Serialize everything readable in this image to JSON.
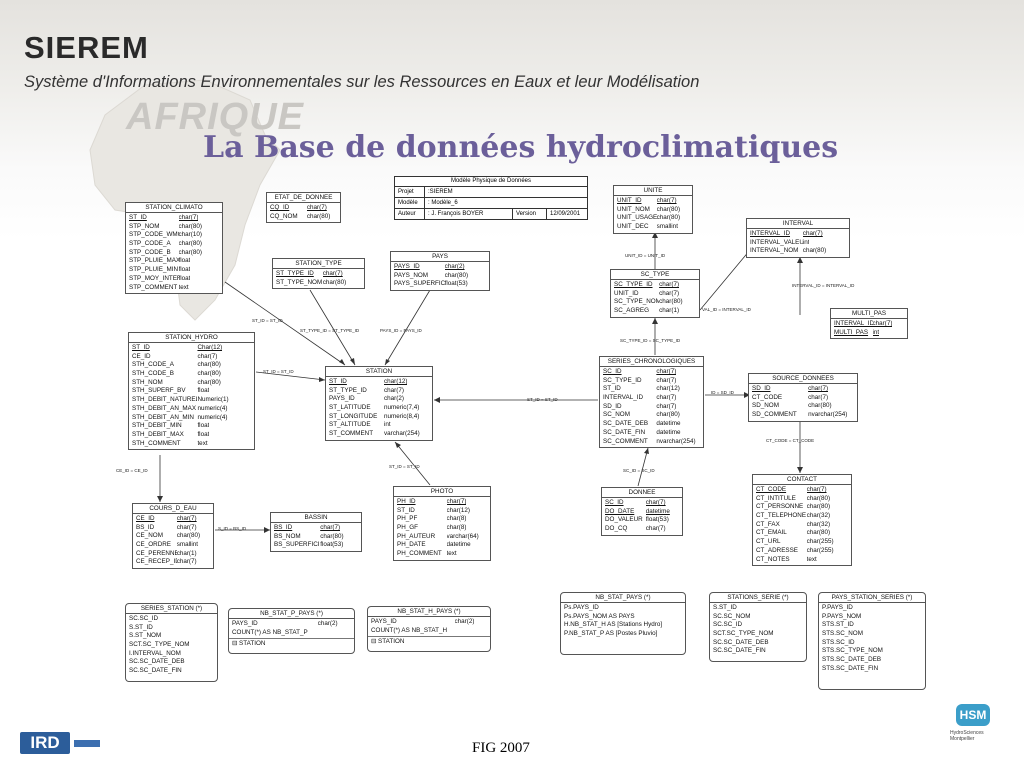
{
  "header": {
    "brand": "SIEREM",
    "subtitle": "Système d'Informations Environnementales sur les Ressources en Eaux et leur Modélisation",
    "watermark": "AFRIQUE",
    "title": "La Base de données hydroclimatiques",
    "footer": "FIG 2007"
  },
  "logos": {
    "ird": "IRD",
    "hsm": "HSM",
    "hsm_caption_1": "HydroSciences",
    "hsm_caption_2": "Montpellier"
  },
  "colors": {
    "title": "#6b5f9a",
    "ird_blue": "#2c5d9a",
    "hsm_blue": "#3b9ec9"
  },
  "model": {
    "heading": "Modèle Physique de Données",
    "projet_label": "Projet",
    "projet_value": ":SIEREM",
    "modele_label": "Modèle",
    "modele_value": ": Modèle_6",
    "auteur_label": "Auteur",
    "auteur_value": ": J. François BOYER",
    "version_label": "Version",
    "version_value": "12/09/2001"
  },
  "entities": [
    {
      "id": "etat_de_donnee",
      "title": "ETAT_DE_DONNEE",
      "fields": [
        [
          "CQ_ID",
          "char(7)",
          true
        ],
        [
          "CQ_NOM",
          "char(80)",
          false
        ]
      ]
    },
    {
      "id": "station_climato",
      "title": "STATION_CLIMATO",
      "fields": [
        [
          "ST_ID",
          "char(7)",
          true
        ],
        [
          "STP_NOM",
          "char(80)",
          false
        ],
        [
          "STP_CODE_WMO",
          "char(10)",
          false
        ],
        [
          "STP_CODE_A",
          "char(80)",
          false
        ],
        [
          "STP_CODE_B",
          "char(80)",
          false
        ],
        [
          "STP_PLUIE_MAX",
          "float",
          false
        ],
        [
          "STP_PLUIE_MIN",
          "float",
          false
        ],
        [
          "STP_MOY_INTER",
          "float",
          false
        ],
        [
          "STP_COMMENT",
          "text",
          false
        ]
      ]
    },
    {
      "id": "station_type",
      "title": "STATION_TYPE",
      "fields": [
        [
          "ST_TYPE_ID",
          "char(7)",
          true
        ],
        [
          "ST_TYPE_NOM",
          "char(80)",
          false
        ]
      ]
    },
    {
      "id": "pays",
      "title": "PAYS",
      "fields": [
        [
          "PAYS_ID",
          "char(2)",
          true
        ],
        [
          "PAYS_NOM",
          "char(80)",
          false
        ],
        [
          "PAYS_SUPERFICIE",
          "float(53)",
          false
        ]
      ]
    },
    {
      "id": "unite",
      "title": "UNITE",
      "fields": [
        [
          "UNIT_ID",
          "char(7)",
          true
        ],
        [
          "UNIT_NOM",
          "char(80)",
          false
        ],
        [
          "UNIT_USAGE",
          "char(80)",
          false
        ],
        [
          "UNIT_DEC",
          "smallint",
          false
        ]
      ]
    },
    {
      "id": "interval",
      "title": "INTERVAL",
      "fields": [
        [
          "INTERVAL_ID",
          "char(7)",
          true
        ],
        [
          "INTERVAL_VALEUR",
          "int",
          false
        ],
        [
          "INTERVAL_NOM",
          "char(80)",
          false
        ]
      ]
    },
    {
      "id": "sc_type",
      "title": "SC_TYPE",
      "fields": [
        [
          "SC_TYPE_ID",
          "char(7)",
          true
        ],
        [
          "UNIT_ID",
          "char(7)",
          false
        ],
        [
          "SC_TYPE_NOM",
          "char(80)",
          false
        ],
        [
          "SC_AGREG",
          "char(1)",
          false
        ]
      ]
    },
    {
      "id": "multi_pas",
      "title": "MULTI_PAS",
      "fields": [
        [
          "INTERVAL_ID",
          "char(7)",
          true
        ],
        [
          "MULTI_PAS",
          "int",
          true
        ]
      ]
    },
    {
      "id": "station_hydro",
      "title": "STATION_HYDRO",
      "fields": [
        [
          "ST_ID",
          "Char(12)",
          true
        ],
        [
          "CE_ID",
          "char(7)",
          false
        ],
        [
          "STH_CODE_A",
          "char(80)",
          false
        ],
        [
          "STH_CODE_B",
          "char(80)",
          false
        ],
        [
          "STH_NOM",
          "char(80)",
          false
        ],
        [
          "STH_SUPERF_BV",
          "float",
          false
        ],
        [
          "STH_DEBIT_NATUREL",
          "Numeric(1)",
          false
        ],
        [
          "STH_DEBIT_AN_MAX",
          "numeric(4)",
          false
        ],
        [
          "STH_DEBIT_AN_MIN",
          "numeric(4)",
          false
        ],
        [
          "STH_DEBIT_MIN",
          "float",
          false
        ],
        [
          "STH_DEBIT_MAX",
          "float",
          false
        ],
        [
          "STH_COMMENT",
          "text",
          false
        ]
      ]
    },
    {
      "id": "station",
      "title": "STATION",
      "fields": [
        [
          "ST_ID",
          "char(12)",
          true
        ],
        [
          "ST_TYPE_ID",
          "char(7)",
          false
        ],
        [
          "PAYS_ID",
          "char(2)",
          false
        ],
        [
          "ST_LATITUDE",
          "numeric(7,4)",
          false
        ],
        [
          "ST_LONGITUDE",
          "numeric(8,4)",
          false
        ],
        [
          "ST_ALTITUDE",
          "int",
          false
        ],
        [
          "ST_COMMENT",
          "varchar(254)",
          false
        ]
      ]
    },
    {
      "id": "series_chronologiques",
      "title": "SERIES_CHRONOLOGIQUES",
      "fields": [
        [
          "SC_ID",
          "char(7)",
          true
        ],
        [
          "SC_TYPE_ID",
          "char(7)",
          false
        ],
        [
          "ST_ID",
          "char(12)",
          false
        ],
        [
          "INTERVAL_ID",
          "char(7)",
          false
        ],
        [
          "SD_ID",
          "char(7)",
          false
        ],
        [
          "SC_NOM",
          "char(80)",
          false
        ],
        [
          "SC_DATE_DEB",
          "datetime",
          false
        ],
        [
          "SC_DATE_FIN",
          "datetime",
          false
        ],
        [
          "SC_COMMENT",
          "nvarchar(254)",
          false
        ]
      ]
    },
    {
      "id": "source_donnees",
      "title": "SOURCE_DONNEES",
      "fields": [
        [
          "SD_ID",
          "char(7)",
          true
        ],
        [
          "CT_CODE",
          "char(7)",
          false
        ],
        [
          "SD_NOM",
          "char(80)",
          false
        ],
        [
          "SD_COMMENT",
          "nvarchar(254)",
          false
        ]
      ]
    },
    {
      "id": "cours_d_eau",
      "title": "COURS_D_EAU",
      "fields": [
        [
          "CE_ID",
          "char(7)",
          true
        ],
        [
          "BS_ID",
          "char(7)",
          false
        ],
        [
          "CE_NOM",
          "char(80)",
          false
        ],
        [
          "CE_ORDRE",
          "smallint",
          false
        ],
        [
          "CE_PERENNE",
          "char(1)",
          false
        ],
        [
          "CE_RECEP_ID",
          "char(7)",
          false
        ]
      ]
    },
    {
      "id": "bassin",
      "title": "BASSIN",
      "fields": [
        [
          "BS_ID",
          "char(7)",
          true
        ],
        [
          "BS_NOM",
          "char(80)",
          false
        ],
        [
          "BS_SUPERFICIE",
          "float(53)",
          false
        ]
      ]
    },
    {
      "id": "photo",
      "title": "PHOTO",
      "fields": [
        [
          "PH_ID",
          "char(7)",
          true
        ],
        [
          "ST_ID",
          "char(12)",
          false
        ],
        [
          "PH_PF",
          "char(8)",
          false
        ],
        [
          "PH_GF",
          "char(8)",
          false
        ],
        [
          "PH_AUTEUR",
          "varchar(64)",
          false
        ],
        [
          "PH_DATE",
          "datetime",
          false
        ],
        [
          "PH_COMMENT",
          "text",
          false
        ]
      ]
    },
    {
      "id": "donnee",
      "title": "DONNEE",
      "fields": [
        [
          "SC_ID",
          "char(7)",
          true
        ],
        [
          "DO_DATE",
          "datetime",
          true
        ],
        [
          "DO_VALEUR",
          "float(53)",
          false
        ],
        [
          "DO_CQ",
          "char(7)",
          false
        ]
      ]
    },
    {
      "id": "contact",
      "title": "CONTACT",
      "fields": [
        [
          "CT_CODE",
          "char(7)",
          true
        ],
        [
          "CT_INTITULE",
          "char(80)",
          false
        ],
        [
          "CT_PERSONNE",
          "char(80)",
          false
        ],
        [
          "CT_TELEPHONE",
          "char(32)",
          false
        ],
        [
          "CT_FAX",
          "char(32)",
          false
        ],
        [
          "CT_EMAIL",
          "char(80)",
          false
        ],
        [
          "CT_URL",
          "char(255)",
          false
        ],
        [
          "CT_ADRESSE",
          "char(255)",
          false
        ],
        [
          "CT_NOTES",
          "text",
          false
        ]
      ]
    }
  ],
  "views": [
    {
      "id": "series_station",
      "title": "SERIES_STATION (*)",
      "fields": [
        [
          "SC.SC_ID",
          ""
        ],
        [
          "S.ST_ID",
          ""
        ],
        [
          "S.ST_NOM",
          ""
        ],
        [
          "SCT.SC_TYPE_NOM",
          ""
        ],
        [
          "I.INTERVAL_NOM",
          ""
        ],
        [
          "SC.SC_DATE_DEB",
          ""
        ],
        [
          "SC.SC_DATE_FIN",
          ""
        ]
      ],
      "sub": ""
    },
    {
      "id": "nb_stat_p_pays",
      "title": "NB_STAT_P_PAYS (*)",
      "fields": [
        [
          "PAYS_ID",
          "char(2)"
        ],
        [
          "COUNT(*) AS NB_STAT_P",
          ""
        ]
      ],
      "sub": "STATION"
    },
    {
      "id": "nb_stat_h_pays",
      "title": "NB_STAT_H_PAYS (*)",
      "fields": [
        [
          "PAYS_ID",
          "char(2)"
        ],
        [
          "COUNT(*) AS NB_STAT_H",
          ""
        ]
      ],
      "sub": "STATION"
    },
    {
      "id": "nb_stat_pays",
      "title": "NB_STAT_PAYS (*)",
      "fields": [
        [
          "Ps.PAYS_ID",
          ""
        ],
        [
          "Ps.PAYS_NOM AS PAYS",
          ""
        ],
        [
          "H.NB_STAT_H AS [Stations Hydro]",
          ""
        ],
        [
          "P.NB_STAT_P AS [Postes Pluvio]",
          ""
        ]
      ],
      "sub": ""
    },
    {
      "id": "stations_serie",
      "title": "STATIONS_SERIE (*)",
      "fields": [
        [
          "S.ST_ID",
          ""
        ],
        [
          "SC.SC_NOM",
          ""
        ],
        [
          "SC.SC_ID",
          ""
        ],
        [
          "SCT.SC_TYPE_NOM",
          ""
        ],
        [
          "SC.SC_DATE_DEB",
          ""
        ],
        [
          "SC.SC_DATE_FIN",
          ""
        ]
      ],
      "sub": ""
    },
    {
      "id": "pays_station_series",
      "title": "PAYS_STATION_SERIES (*)",
      "fields": [
        [
          "P.PAYS_ID",
          ""
        ],
        [
          "P.PAYS_NOM",
          ""
        ],
        [
          "STS.ST_ID",
          ""
        ],
        [
          "STS.SC_NOM",
          ""
        ],
        [
          "STS.SC_ID",
          ""
        ],
        [
          "STS.SC_TYPE_NOM",
          ""
        ],
        [
          "STS.SC_DATE_DEB",
          ""
        ],
        [
          "STS.SC_DATE_FIN",
          ""
        ]
      ],
      "sub": ""
    }
  ],
  "relations": [
    {
      "id": "r1",
      "label": "ST_ID = ST_ID"
    },
    {
      "id": "r2",
      "label": "ST_TYPE_ID = ST_TYPE_ID"
    },
    {
      "id": "r3",
      "label": "PAYS_ID = PAYS_ID"
    },
    {
      "id": "r4",
      "label": "UNIT_ID = UNIT_ID"
    },
    {
      "id": "r5",
      "label": "INTERVAL_ID = INTERVAL_ID"
    },
    {
      "id": "r6",
      "label": "VAL_ID = INTERVAL_ID"
    },
    {
      "id": "r7",
      "label": "SC_TYPE_ID = SC_TYPE_ID"
    },
    {
      "id": "r8",
      "label": "ST_ID = ST_ID"
    },
    {
      "id": "r9",
      "label": "ST_ID = ST_ID"
    },
    {
      "id": "r10",
      "label": "ID = SD_ID"
    },
    {
      "id": "r11",
      "label": "CT_CODE = CT_CODE"
    },
    {
      "id": "r12",
      "label": "CE_ID = CE_ID"
    },
    {
      "id": "r13",
      "label": "ST_ID = ST_ID"
    },
    {
      "id": "r14",
      "label": "SC_ID = SC_ID"
    },
    {
      "id": "r15",
      "label": "S_ID = BS_ID"
    }
  ]
}
